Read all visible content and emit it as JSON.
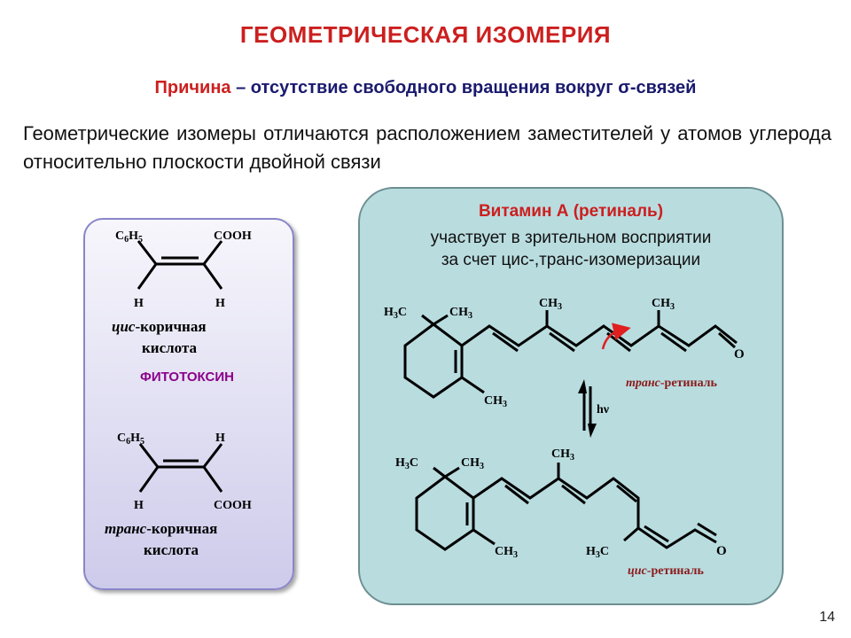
{
  "slide": {
    "title": "ГЕОМЕТРИЧЕСКАЯ ИЗОМЕРИЯ",
    "cause_word": "Причина",
    "cause_rest": " – отсутствие свободного вращения вокруг σ-связей",
    "intro": "Геометрические изомеры отличаются расположением заместителей у атомов углерода относительно плоскости двойной связи",
    "page_number": "14"
  },
  "cinnamic": {
    "cis": {
      "top_left": "C6H5",
      "top_right": "COOH",
      "bottom_left": "H",
      "bottom_right": "H",
      "prefix": "цис",
      "name_rest": "-коричная",
      "name_line2": "кислота"
    },
    "phytotoxin": "ФИТОТОКСИН",
    "trans": {
      "top_left": "C6H5",
      "top_right": "H",
      "bottom_left": "H",
      "bottom_right": "COOH",
      "prefix": "транс",
      "name_rest": "-коричная",
      "name_line2": "кислота"
    }
  },
  "retinal": {
    "title": "Витамин А (ретиналь)",
    "desc_line1": "участвует в зрительном восприятии",
    "desc_line2": "за счет цис-,транс-изомеризации",
    "trans_prefix": "транс",
    "trans_rest": "-ретиналь",
    "cis_prefix": "цис",
    "cis_rest": "-ретиналь",
    "light": "hν",
    "labels": {
      "h3c": "H3C",
      "ch3": "CH3",
      "oxygen": "O"
    }
  },
  "colors": {
    "title_red": "#cc1f1f",
    "navy": "#1a1a6e",
    "label_brown": "#8b1a1a",
    "arrow_red": "#e02020",
    "phytotoxin_purple": "#8b008b"
  }
}
